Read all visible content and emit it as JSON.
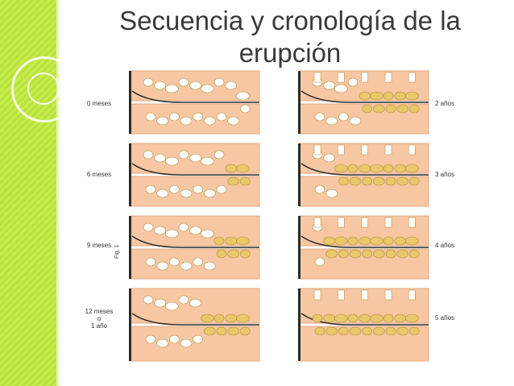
{
  "slide": {
    "title_line1": "Secuencia y cronología de la",
    "title_line2": "erupción"
  },
  "figure": {
    "left_column": [
      {
        "label": "0 meses",
        "stage": 0
      },
      {
        "label": "6 meses",
        "stage": 1
      },
      {
        "label": "9 meses",
        "stage": 2
      },
      {
        "label_lines": [
          "12 meses",
          "o",
          "1 año"
        ],
        "stage": 3
      }
    ],
    "right_column": [
      {
        "label": "2 años",
        "stage": 4
      },
      {
        "label": "3 años",
        "stage": 5
      },
      {
        "label": "4 años",
        "stage": 6
      },
      {
        "label": "5 años",
        "stage": 7
      }
    ],
    "side_text": "Fig. 1",
    "colors": {
      "gum": "#f6c7a2",
      "gum_border": "#e4a880",
      "tooth": "#ffffff",
      "tooth_erupted": "#e9c869",
      "tooth_outline": "#b08c3c",
      "bone_edge": "#2a2a2a"
    }
  }
}
